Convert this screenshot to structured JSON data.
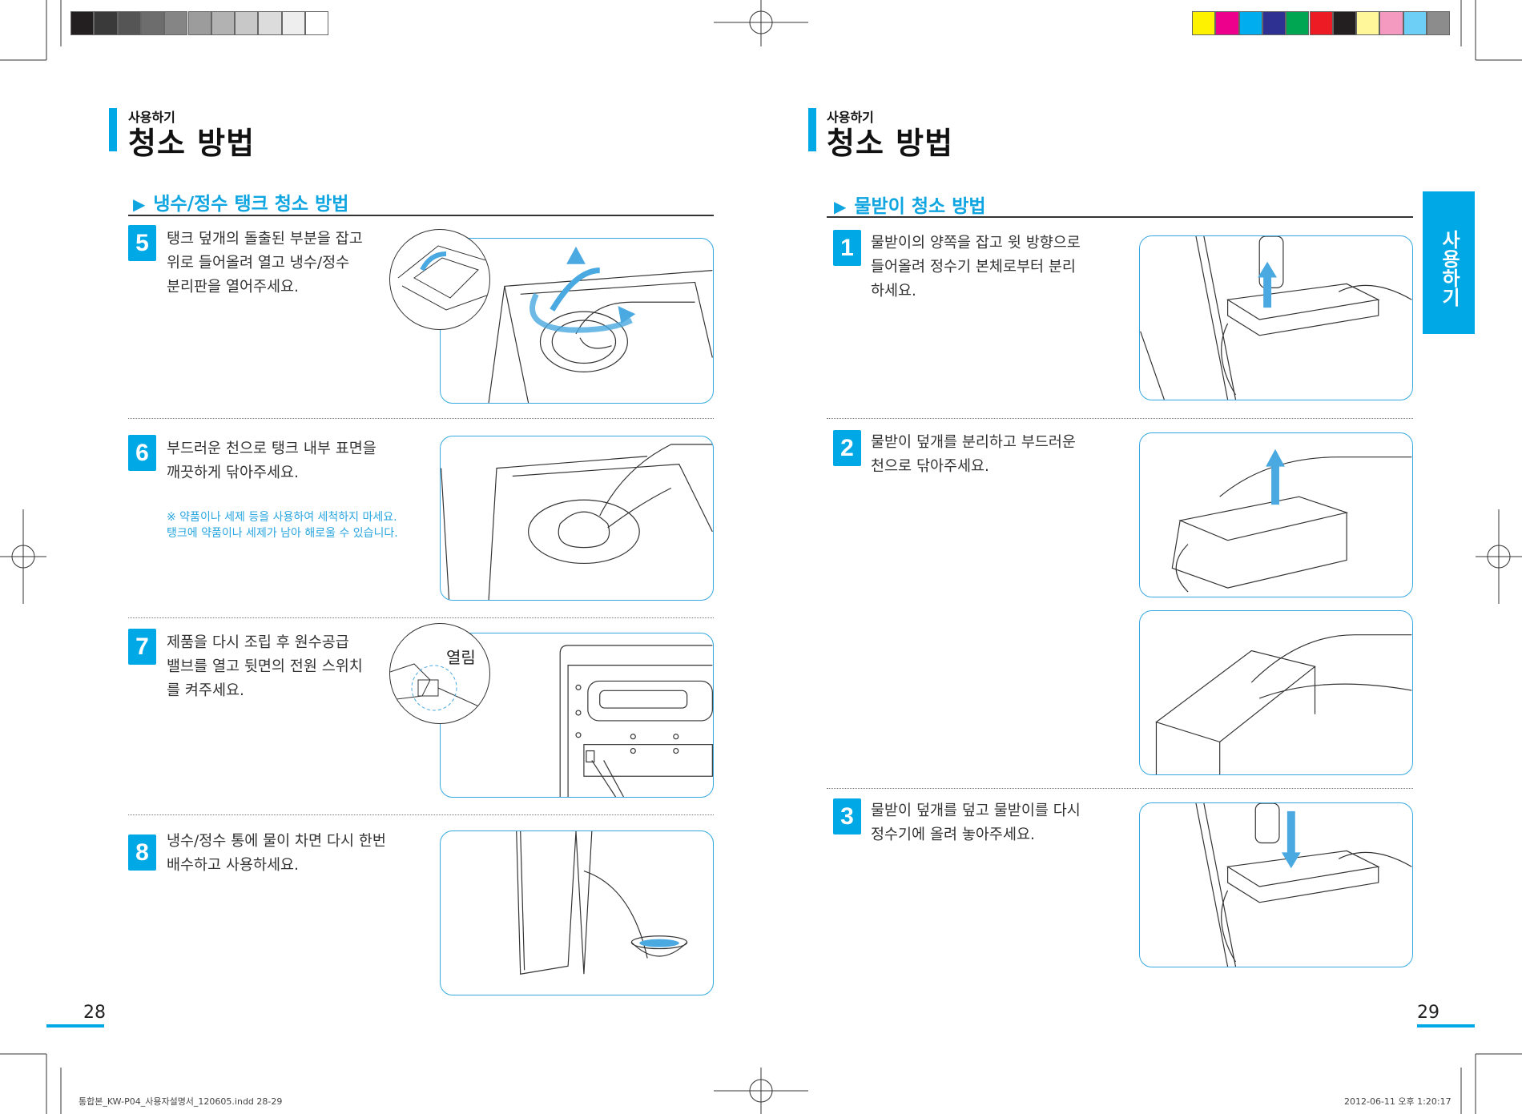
{
  "print_marks": {
    "gray_swatches": [
      "#231f20",
      "#3a3a3a",
      "#555555",
      "#6d6d6d",
      "#858585",
      "#9c9c9c",
      "#b2b2b2",
      "#c8c8c8",
      "#dcdcdc",
      "#eeeeee",
      "#ffffff"
    ],
    "color_swatches": [
      "#fff200",
      "#ec008c",
      "#00aeef",
      "#2e3192",
      "#00a651",
      "#ed1c24",
      "#231f20",
      "#fff799",
      "#f49ac1",
      "#6dcff6",
      "#8c8c8c"
    ],
    "footer_left": "통합본_KW-P04_사용자설명서_120605.indd   28-29",
    "footer_right": "2012-06-11   오후 1:20:17"
  },
  "colors": {
    "accent": "#00a8e6",
    "frame": "#36a9e1"
  },
  "left_page": {
    "category": "사용하기",
    "title": "청소 방법",
    "section": "냉수/정수 탱크 청소 방법",
    "steps": [
      {
        "num": "5",
        "text": "탱크 덮개의 돌출된 부분을 잡고\n위로 들어올려 열고 냉수/정수\n분리판을 열어주세요."
      },
      {
        "num": "6",
        "text": "부드러운 천으로 탱크 내부 표면을\n깨끗하게 닦아주세요.",
        "note": "※ 약품이나 세제 등을 사용하여 세척하지 마세요.\n    탱크에 약품이나 세제가 남아 해로울 수 있습니다."
      },
      {
        "num": "7",
        "text": "제품을 다시 조립 후 원수공급\n밸브를 열고 뒷면의 전원 스위치\n를 켜주세요.",
        "callout": "열림"
      },
      {
        "num": "8",
        "text": "냉수/정수 통에 물이 차면 다시 한번\n배수하고 사용하세요."
      }
    ],
    "page_number": "28"
  },
  "right_page": {
    "category": "사용하기",
    "title": "청소 방법",
    "section": "물받이 청소 방법",
    "side_tab": "사용하기",
    "steps": [
      {
        "num": "1",
        "text": "물받이의 양쪽을 잡고 윗 방향으로\n들어올려 정수기 본체로부터 분리\n하세요."
      },
      {
        "num": "2",
        "text": "물받이 덮개를 분리하고 부드러운\n천으로 닦아주세요."
      },
      {
        "num": "3",
        "text": "물받이 덮개를 덮고 물받이를 다시\n정수기에 올려 놓아주세요."
      }
    ],
    "page_number": "29"
  }
}
